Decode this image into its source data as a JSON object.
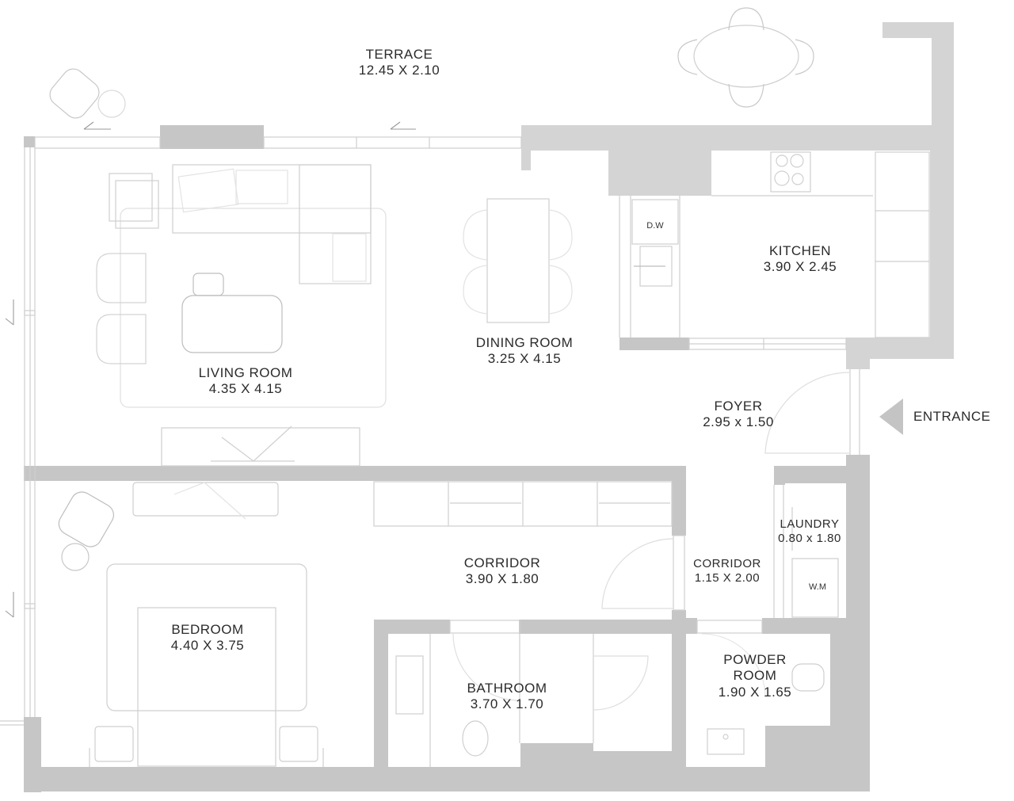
{
  "plan": {
    "rooms": [
      {
        "id": "terrace",
        "name": "TERRACE",
        "dims": "12.45 X 2.10"
      },
      {
        "id": "living-room",
        "name": "LIVING ROOM",
        "dims": "4.35 X 4.15"
      },
      {
        "id": "dining-room",
        "name": "DINING ROOM",
        "dims": "3.25 X 4.15"
      },
      {
        "id": "kitchen",
        "name": "KITCHEN",
        "dims": "3.90 X 2.45"
      },
      {
        "id": "foyer",
        "name": "FOYER",
        "dims": "2.95 x 1.50"
      },
      {
        "id": "corridor-main",
        "name": "CORRIDOR",
        "dims": "3.90 X 1.80"
      },
      {
        "id": "corridor-small",
        "name": "CORRIDOR",
        "dims": "1.15 X 2.00"
      },
      {
        "id": "laundry",
        "name": "LAUNDRY",
        "dims": "0.80 x 1.80"
      },
      {
        "id": "bedroom",
        "name": "BEDROOM",
        "dims": "4.40 X 3.75"
      },
      {
        "id": "bathroom",
        "name": "BATHROOM",
        "dims": "3.70 X 1.70"
      },
      {
        "id": "powder-room",
        "name": "POWDER ROOM",
        "name_line1": "POWDER",
        "name_line2": "ROOM",
        "dims": "1.90 X 1.65"
      }
    ],
    "appliance_tags": {
      "dishwasher": "D.W",
      "washing_machine": "W.M"
    },
    "entrance": {
      "label": "ENTRANCE",
      "arrow_icon": "triangle-left"
    },
    "colors": {
      "wall": "#c6c6c6",
      "wall_light": "#d4d4d4",
      "furniture_line": "#cfcfcf",
      "text": "#2b2b2b",
      "background": "#ffffff"
    }
  }
}
